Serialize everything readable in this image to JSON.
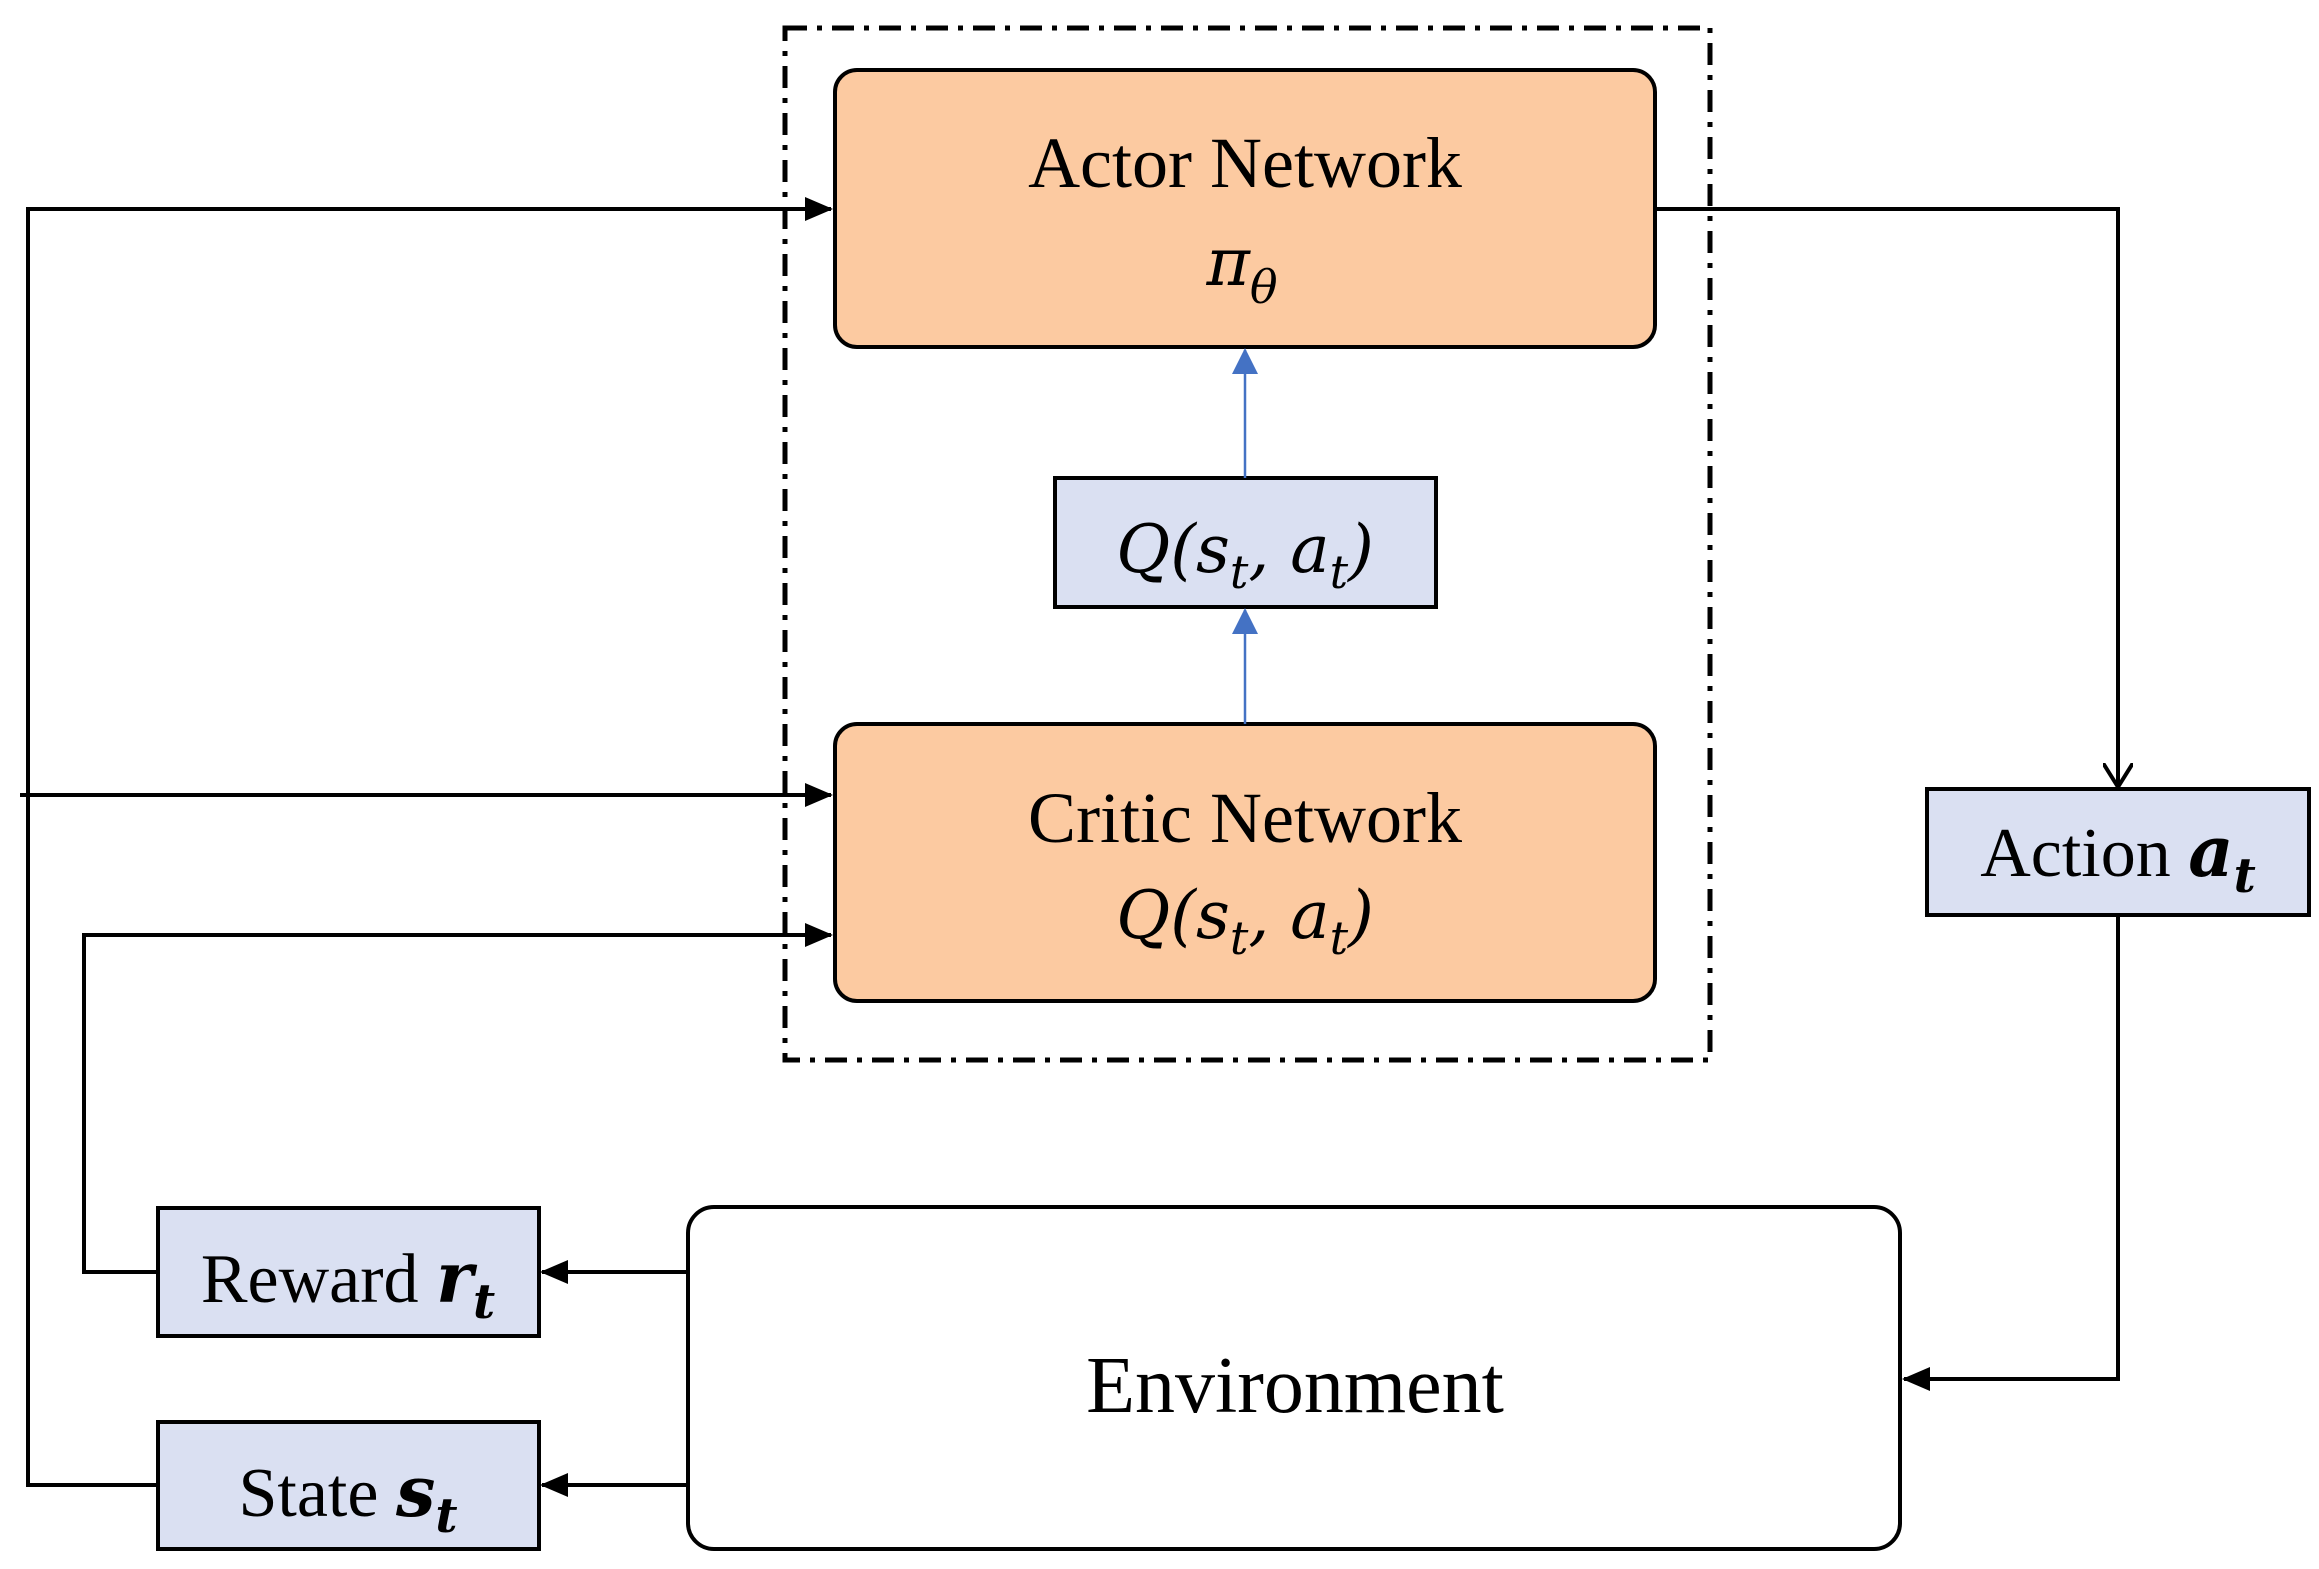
{
  "colors": {
    "network_fill": "#FCCAA1",
    "signal_fill": "#DAE0F2",
    "environment_fill": "#FFFFFF",
    "line": "#000000",
    "internal_arrow": "#4472C4"
  },
  "actor": {
    "title": "Actor Network",
    "symbol": "π",
    "symbol_sub": "θ"
  },
  "q_value": {
    "prefix": "Q(",
    "s": "s",
    "s_sub": "t",
    "comma": ", ",
    "a": "a",
    "a_sub": "t",
    "suffix": ")"
  },
  "critic": {
    "title": "Critic Network",
    "prefix": "Q(",
    "s": "s",
    "s_sub": "t",
    "comma": ", ",
    "a": "a",
    "a_sub": "t",
    "suffix": ")"
  },
  "action": {
    "label": "Action",
    "var": "a",
    "var_sub": "t"
  },
  "reward": {
    "label": "Reward",
    "var": "r",
    "var_sub": "t"
  },
  "state": {
    "label": "State",
    "var": "s",
    "var_sub": "t"
  },
  "environment": {
    "label": "Environment"
  }
}
